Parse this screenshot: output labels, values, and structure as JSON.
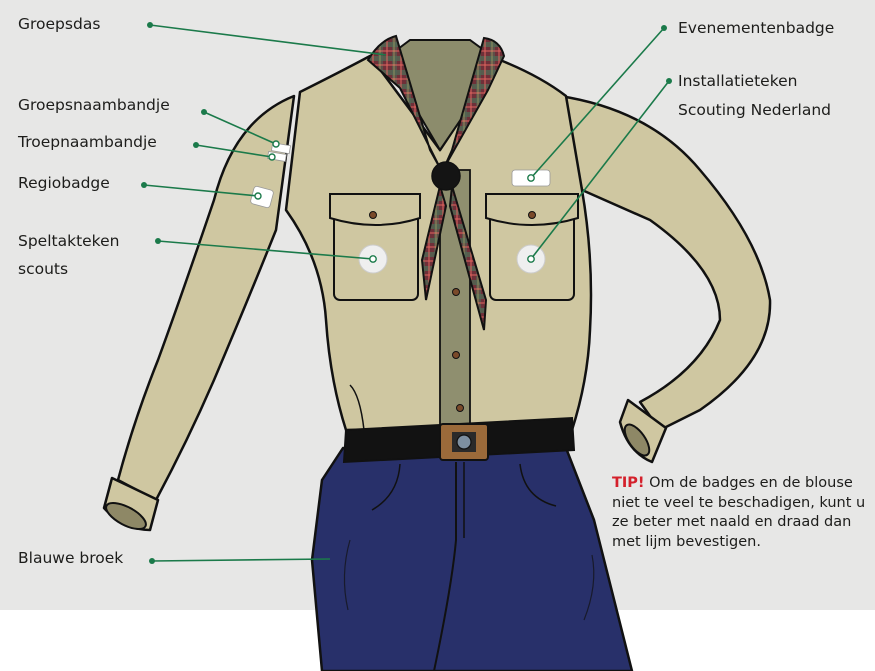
{
  "labels": {
    "groepsdas": "Groepsdas",
    "groepsnaambandje": "Groepsnaambandje",
    "troepnaambandje": "Troepnaambandje",
    "regiobadge": "Regiobadge",
    "speltakteken_1": "Speltakteken",
    "speltakteken_2": "scouts",
    "blauwe_broek": "Blauwe broek",
    "evenementenbadge": "Evenementenbadge",
    "installatieteken_1": "Installatieteken",
    "installatieteken_2": "Scouting Nederland"
  },
  "tip": {
    "head": "TIP!",
    "text": "Om de badges en de blouse niet te veel te beschadigen, kunt u ze beter met naald en draad dan met lijm bevestigen."
  },
  "colors": {
    "background": "#e7e7e6",
    "shirt": "#cfc7a1",
    "trousers": "#28306a",
    "scarf": "#6f2f3b",
    "leader_line": "#1b7a4a",
    "tip_accent": "#d4202b"
  }
}
